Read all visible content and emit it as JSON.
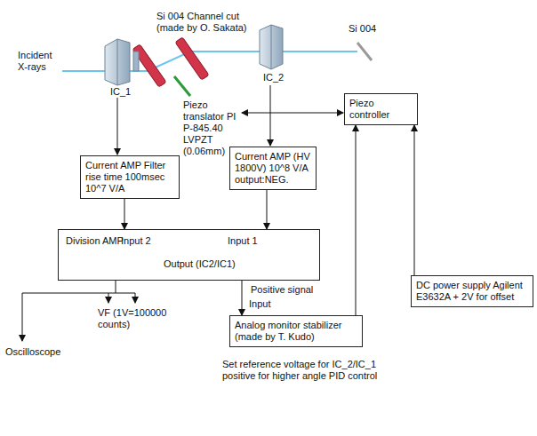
{
  "diagram": {
    "nodes": [
      {
        "text": [
          "Current AMP Filter rise time 100msec 10^7 V/A"
        ]
      },
      {
        "text": [
          "Current AMP (HV 1800V) 10^8 V/A output:NEG."
        ]
      },
      {
        "text": [
          "Piezo controller"
        ]
      },
      {
        "text": [
          "Division AMP",
          "Input 2",
          "Input 1",
          "Output (IC2/IC1)"
        ]
      },
      {
        "text": [
          "Analog monitor stabilizer (made by T. Kudo)"
        ]
      },
      {
        "text": [
          "DC power supply Agilent E3632A + 2V for offset"
        ]
      }
    ],
    "edges": [
      {
        "from": 0,
        "to": 3,
        "arrow": "to"
      },
      {
        "from": 1,
        "to": 3,
        "arrow": "to"
      },
      {
        "from": 3,
        "to": 4,
        "arrow": "to"
      },
      {
        "from": 4,
        "to": 2,
        "arrow": "to"
      },
      {
        "from": 5,
        "to": 2,
        "arrow": "to"
      }
    ],
    "labels": [
      "Incident X-rays",
      "Si 004 Channel cut (made by O. Sakata)",
      "IC_1",
      "IC_2",
      "Si 004",
      "Piezo translator PI P-845.40 LVPZT (0.06mm)",
      "Positive signal",
      "Input",
      "VF (1V=100000 counts)",
      "Oscilloscope",
      "Set reference voltage for IC_2/IC_1 positive for higher angle PID control"
    ]
  }
}
